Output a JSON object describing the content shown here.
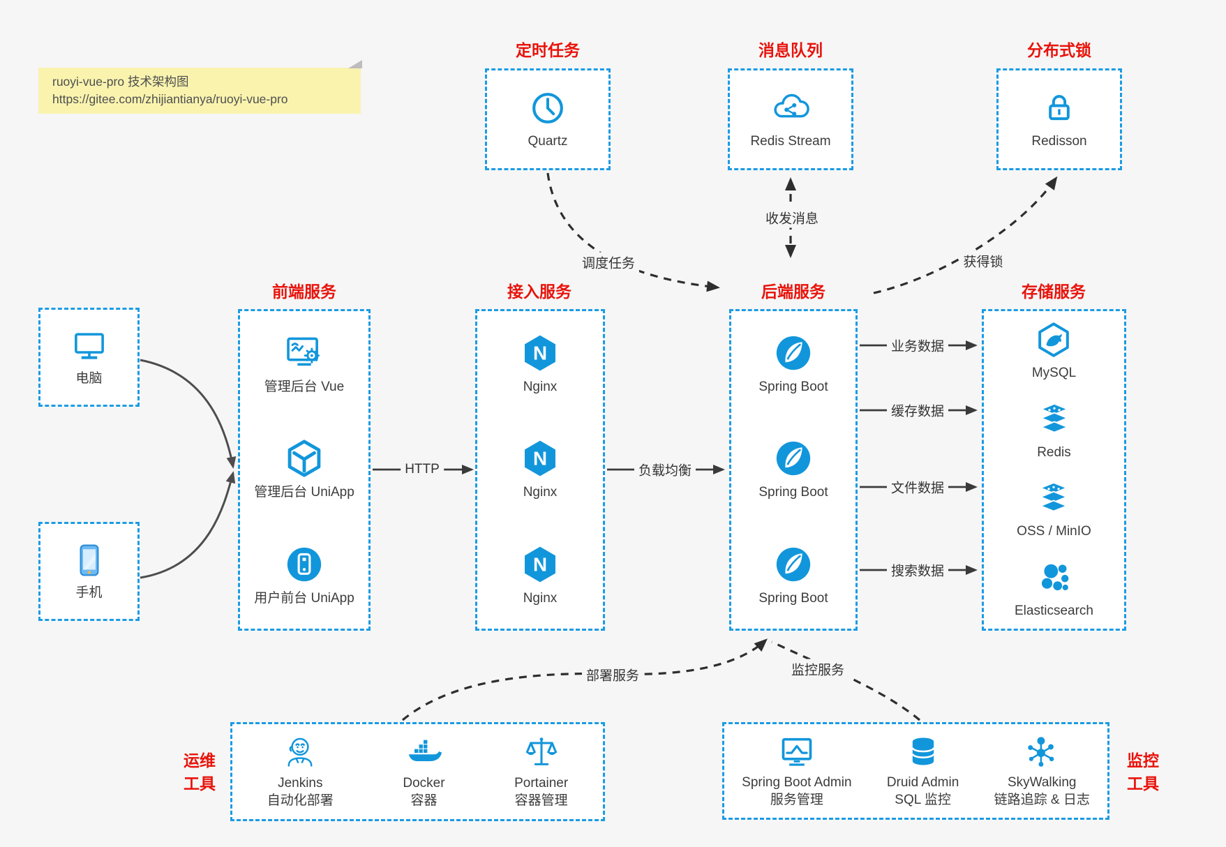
{
  "note": {
    "line1": "ruoyi-vue-pro 技术架构图",
    "line2": "https://gitee.com/zhijiantianya/ruoyi-vue-pro"
  },
  "top_groups": [
    {
      "title": "定时任务",
      "node": {
        "label": "Quartz",
        "icon": "clock-icon"
      }
    },
    {
      "title": "消息队列",
      "node": {
        "label": "Redis Stream",
        "icon": "cloud-share-icon"
      }
    },
    {
      "title": "分布式锁",
      "node": {
        "label": "Redisson",
        "icon": "lock-icon"
      }
    }
  ],
  "clients": [
    {
      "label": "电脑",
      "icon": "desktop-icon"
    },
    {
      "label": "手机",
      "icon": "smartphone-icon"
    }
  ],
  "groups": {
    "frontend": {
      "title": "前端服务",
      "items": [
        {
          "label": "管理后台 Vue",
          "icon": "admin-screen-gear-icon"
        },
        {
          "label": "管理后台 UniApp",
          "icon": "hexagon-cube-icon"
        },
        {
          "label": "用户前台 UniApp",
          "icon": "app-circle-phone-icon"
        }
      ]
    },
    "gateway": {
      "title": "接入服务",
      "items": [
        {
          "label": "Nginx",
          "icon": "nginx-hexagon-icon"
        },
        {
          "label": "Nginx",
          "icon": "nginx-hexagon-icon"
        },
        {
          "label": "Nginx",
          "icon": "nginx-hexagon-icon"
        }
      ]
    },
    "backend": {
      "title": "后端服务",
      "items": [
        {
          "label": "Spring Boot",
          "icon": "spring-leaf-icon"
        },
        {
          "label": "Spring Boot",
          "icon": "spring-leaf-icon"
        },
        {
          "label": "Spring Boot",
          "icon": "spring-leaf-icon"
        }
      ]
    },
    "storage": {
      "title": "存储服务",
      "items": [
        {
          "label": "MySQL",
          "icon": "mysql-dolphin-hexagon-icon"
        },
        {
          "label": "Redis",
          "icon": "redis-stack-icon"
        },
        {
          "label": "OSS / MinIO",
          "icon": "storage-stack-icon"
        },
        {
          "label": "Elasticsearch",
          "icon": "elasticsearch-cluster-icon"
        }
      ]
    },
    "devops": {
      "title_line1": "运维",
      "title_line2": "工具",
      "items": [
        {
          "label": "Jenkins",
          "sublabel": "自动化部署",
          "icon": "jenkins-butler-icon"
        },
        {
          "label": "Docker",
          "sublabel": "容器",
          "icon": "docker-whale-icon"
        },
        {
          "label": "Portainer",
          "sublabel": "容器管理",
          "icon": "scales-icon"
        }
      ]
    },
    "monitoring": {
      "title_line1": "监控",
      "title_line2": "工具",
      "items": [
        {
          "label": "Spring Boot Admin",
          "sublabel": "服务管理",
          "icon": "monitor-pulse-icon"
        },
        {
          "label": "Druid Admin",
          "sublabel": "SQL 监控",
          "icon": "database-cylinder-icon"
        },
        {
          "label": "SkyWalking",
          "sublabel": "链路追踪 & 日志",
          "icon": "topology-hub-icon"
        }
      ]
    }
  },
  "edges": {
    "http": "HTTP",
    "load_balance": "负载均衡",
    "schedule": "调度任务",
    "message": "收发消息",
    "lock": "获得锁",
    "business": "业务数据",
    "cache": "缓存数据",
    "file": "文件数据",
    "search": "搜索数据",
    "deploy": "部署服务",
    "monitor": "监控服务"
  },
  "colors": {
    "background": "#f6f6f6",
    "box_border_blue": "#1b9be4",
    "icon_blue": "#1296db",
    "title_red": "#e8130b",
    "note_yellow": "#f9f3ae",
    "arrow_dark": "#3f3f3f"
  }
}
